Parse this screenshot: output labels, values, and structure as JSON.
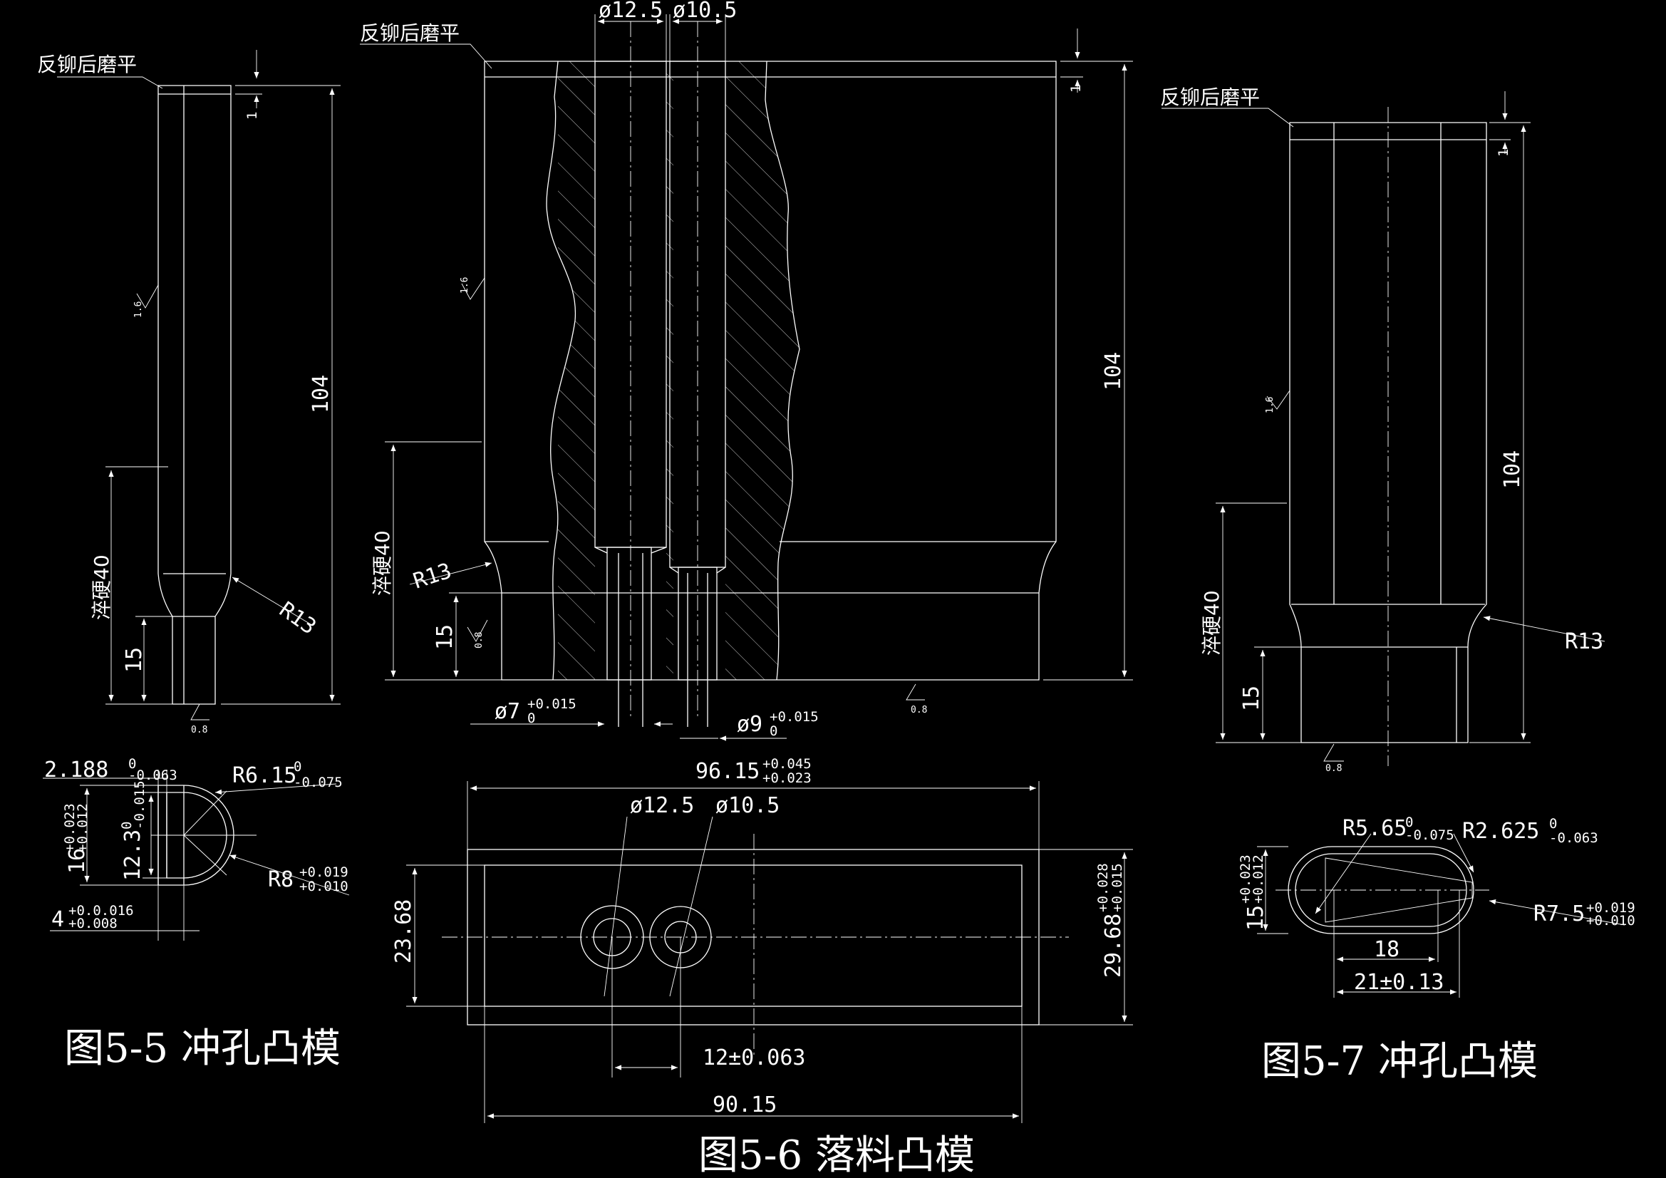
{
  "captions": {
    "fig5": "图5-5 冲孔凸模",
    "fig6": "图5-6 落料凸模",
    "fig7": "图5-7 冲孔凸模"
  },
  "notes": {
    "rivet_grind": "反铆后磨平",
    "hardened": "淬硬40"
  },
  "common": {
    "len104": "104",
    "grind1": "1",
    "len15": "15",
    "r13": "R13",
    "ra16": "1.6",
    "ra08": "0.8"
  },
  "fig5": {
    "w_base": "2.188",
    "w_sup": "0",
    "w_sub": "-0.063",
    "r_main": "R6.15",
    "r_main_sup": "0",
    "r_main_sub": "-0.075",
    "h16": "16",
    "h16_sup": "+0.023",
    "h16_sub": "+0.012",
    "h123": "12.3",
    "h123_sup": "0",
    "h123_sub": "-0.015",
    "r8": "R8",
    "r8_sup": "+0.019",
    "r8_sub": "+0.010",
    "w4": "4",
    "w4_sup": "+0.0.016",
    "w4_sub": "+0.008"
  },
  "fig6": {
    "d125": "ø12.5",
    "d105": "ø10.5",
    "d7": "ø7",
    "d7_sup": "+0.015",
    "d7_sub": "0",
    "d9": "ø9",
    "d9_sup": "+0.015",
    "d9_sub": "0",
    "len9615": "96.15",
    "len9615_sup": "+0.045",
    "len9615_sub": "+0.023",
    "hole1": "ø12.5",
    "hole2": "ø10.5",
    "h2368": "23.68",
    "h2968": "29.68",
    "h2968_sup": "+0.028",
    "h2968_sub": "+0.015",
    "pitch": "12±0.063",
    "len9015": "90.15"
  },
  "fig7": {
    "r565": "R5.65",
    "r565_sup": "0",
    "r565_sub": "-0.075",
    "r2625": "R2.625",
    "r2625_sup": "0",
    "r2625_sub": "-0.063",
    "h15": "15",
    "h15_sup": "+0.023",
    "h15_sub": "+0.012",
    "r75": "R7.5",
    "r75_sup": "+0.019",
    "r75_sub": "+0.010",
    "w18": "18",
    "w21": "21±0.13"
  }
}
